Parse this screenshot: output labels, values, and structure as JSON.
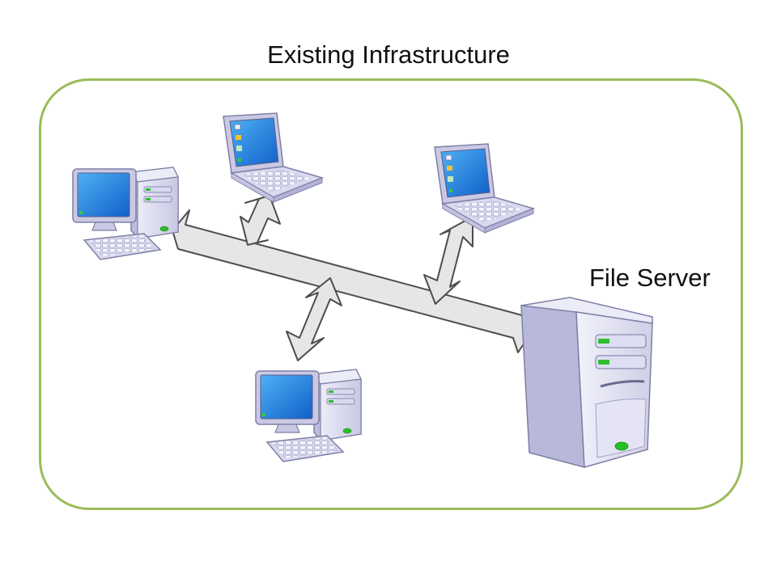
{
  "diagram": {
    "title": "Existing Infrastructure",
    "server_label": "File Server",
    "colors": {
      "frame": "#9bbb59",
      "screen": "#1f8ae0",
      "device_body": "#d9d9ef",
      "device_outline": "#7f7fa6",
      "arrow_fill": "#e6e6e6",
      "arrow_outline": "#4d4d4d",
      "led": "#27c127"
    },
    "nodes": [
      {
        "id": "desktop-left",
        "type": "desktop-computer"
      },
      {
        "id": "laptop-left",
        "type": "laptop"
      },
      {
        "id": "laptop-right",
        "type": "laptop"
      },
      {
        "id": "desktop-bottom",
        "type": "desktop-computer"
      },
      {
        "id": "file-server",
        "type": "server-tower"
      }
    ],
    "links": [
      {
        "from": "desktop-left",
        "to": "file-server",
        "style": "double-arrow"
      },
      {
        "from": "laptop-left",
        "to": "desktop-left-file-server-link",
        "style": "double-arrow"
      },
      {
        "from": "laptop-right",
        "to": "desktop-left-file-server-link",
        "style": "double-arrow"
      },
      {
        "from": "desktop-bottom",
        "to": "desktop-left-file-server-link",
        "style": "double-arrow"
      }
    ]
  }
}
